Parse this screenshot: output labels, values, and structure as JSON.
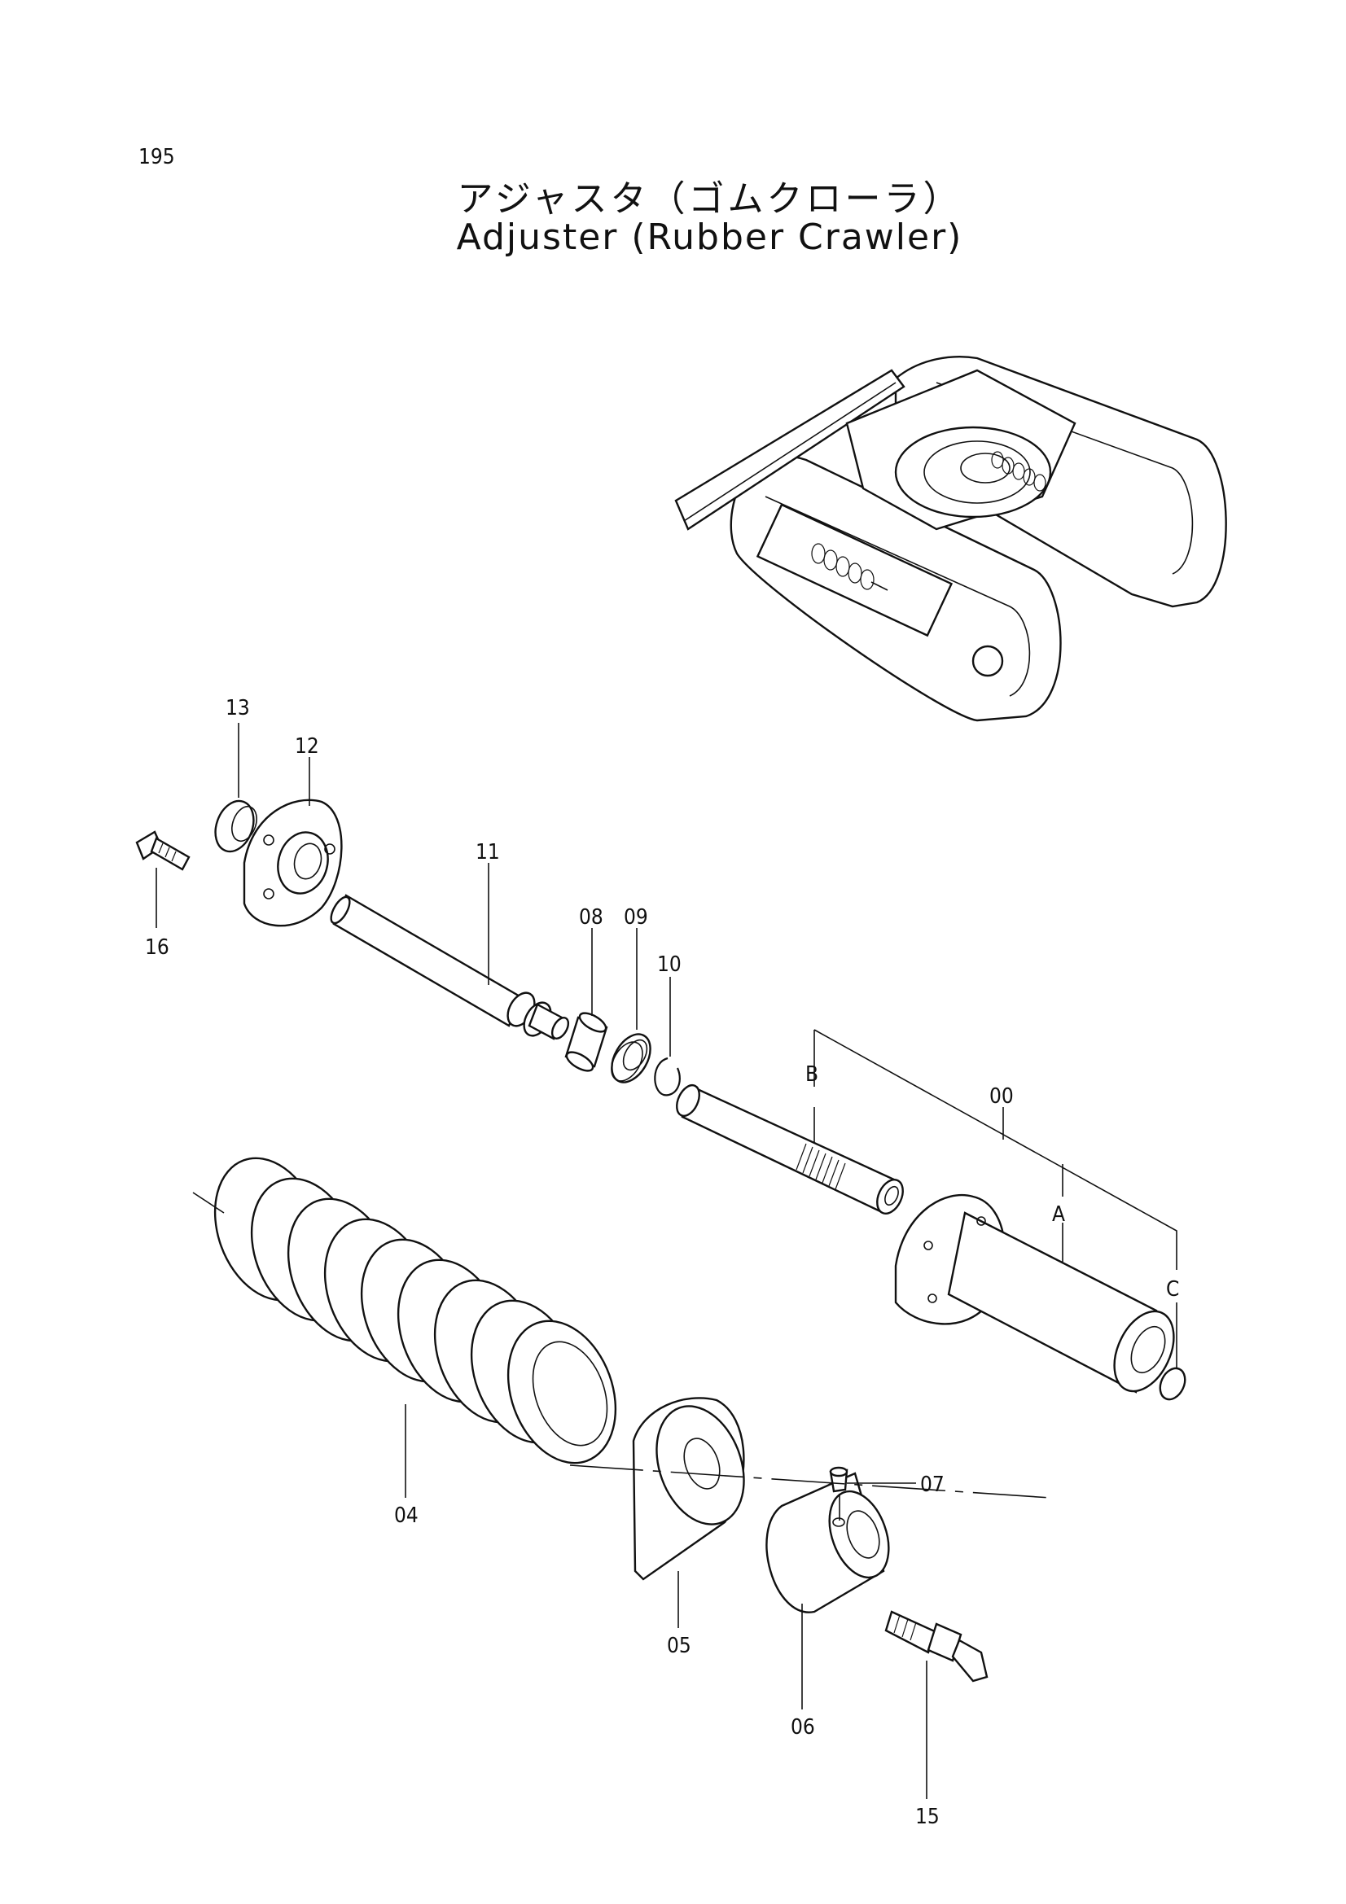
{
  "page": {
    "number": "195",
    "title_jp": "アジャスタ（ゴムクローラ）",
    "title_en": "Adjuster (Rubber Crawler)"
  },
  "callouts": {
    "p00": "00",
    "p04": "04",
    "p05": "05",
    "p06": "06",
    "p07": "07",
    "p08": "08",
    "p09": "09",
    "p10": "10",
    "p11": "11",
    "p12": "12",
    "p13": "13",
    "p15": "15",
    "p16": "16",
    "gA": "A",
    "gB": "B",
    "gC": "C"
  }
}
